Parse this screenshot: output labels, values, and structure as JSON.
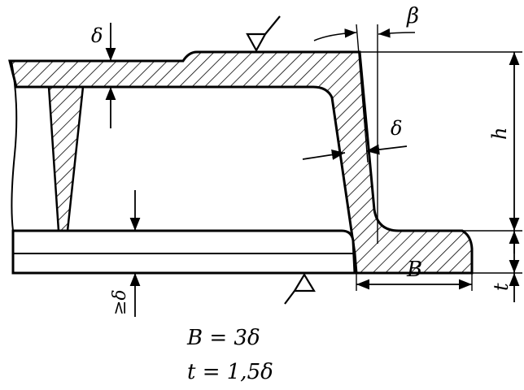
{
  "labels": {
    "delta_top": "δ",
    "beta": "β",
    "delta_wall": "δ",
    "h": "h",
    "B": "B",
    "t": "t",
    "delta_bottom": "≥δ"
  },
  "formulas": {
    "line1": "B = 3δ",
    "line2": "t = 1,5δ"
  },
  "colors": {
    "ink": "#000000",
    "paper": "#ffffff"
  },
  "symbols": {
    "surface_finish_top": "machined-surface-triangle-icon",
    "surface_finish_bottom": "machined-surface-triangle-icon"
  }
}
